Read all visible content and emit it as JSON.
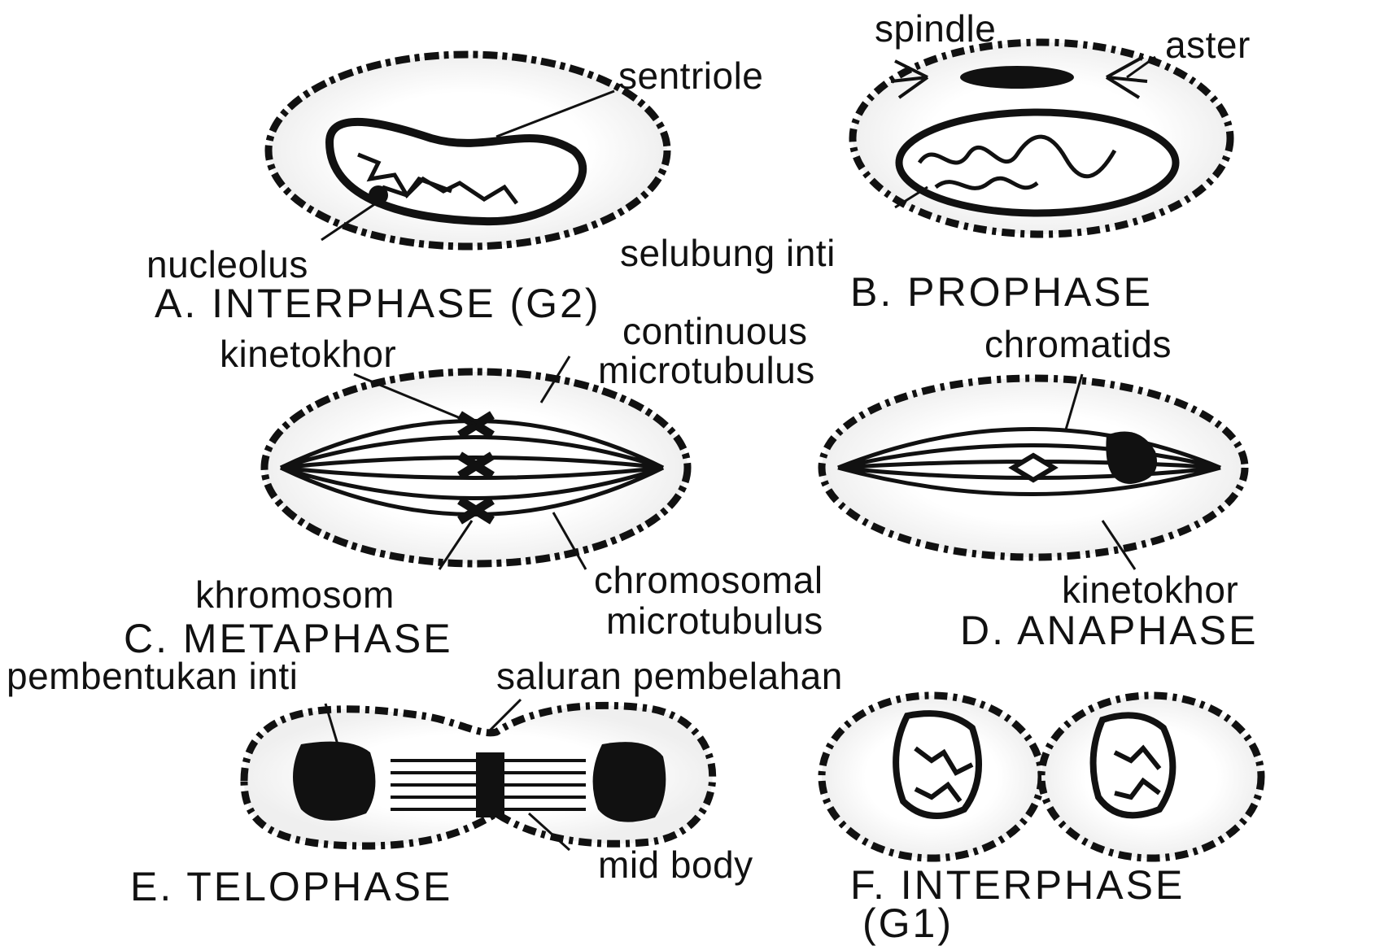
{
  "panels": [
    {
      "id": "A",
      "caption": "A. INTERPHASE (G2)",
      "labels": [
        "sentriole",
        "nucleolus",
        "selubung inti"
      ]
    },
    {
      "id": "B",
      "caption": "B. PROPHASE",
      "labels": [
        "spindle",
        "aster"
      ]
    },
    {
      "id": "C",
      "caption": "C. METAPHASE",
      "labels": [
        "kinetokhor",
        "continuous",
        "microtubulus",
        "khromosom",
        "chromosomal",
        "microtubulus"
      ]
    },
    {
      "id": "D",
      "caption": "D. ANAPHASE",
      "labels": [
        "chromatids",
        "kinetokhor"
      ]
    },
    {
      "id": "E",
      "caption": "E. TELOPHASE",
      "labels": [
        "pembentukan inti",
        "saluran pembelahan",
        "mid body"
      ]
    },
    {
      "id": "F",
      "caption_lines": [
        "F. INTERPHASE",
        "(G1)"
      ]
    }
  ],
  "colors": {
    "ink": "#111111",
    "stipple": "#1c1c1c",
    "paper": "#ffffff"
  }
}
